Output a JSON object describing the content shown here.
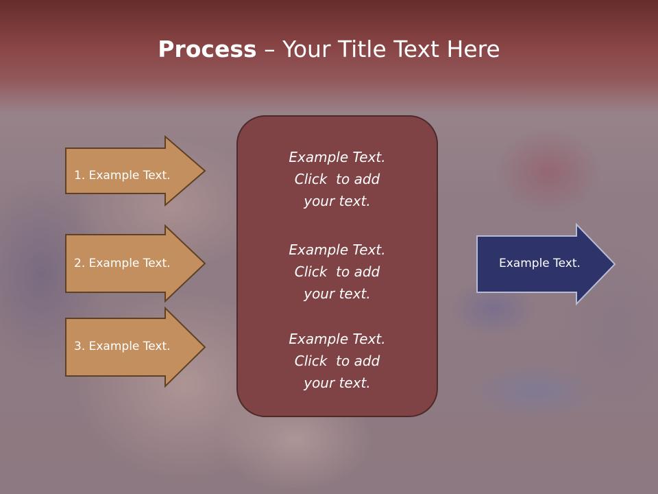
{
  "title": {
    "strong": "Process",
    "dash": " – ",
    "rest": "Your Title Text Here"
  },
  "left_arrows": [
    {
      "label": "1. Example Text."
    },
    {
      "label": "2. Example Text."
    },
    {
      "label": "3. Example Text."
    }
  ],
  "center_box": {
    "blocks": [
      {
        "text": "Example Text.\nClick  to add\nyour text."
      },
      {
        "text": "Example Text.\nClick  to add\nyour text."
      },
      {
        "text": "Example Text.\nClick  to add\nyour text."
      }
    ]
  },
  "right_arrow": {
    "label": "Example Text."
  },
  "colors": {
    "left_arrow_fill": "#c48f5f",
    "left_arrow_stroke": "#5e4024",
    "center_box_fill": "#7f4346",
    "right_arrow_fill": "#2e3369",
    "right_arrow_stroke": "#b8bcd6",
    "title_bar": "#864040"
  }
}
